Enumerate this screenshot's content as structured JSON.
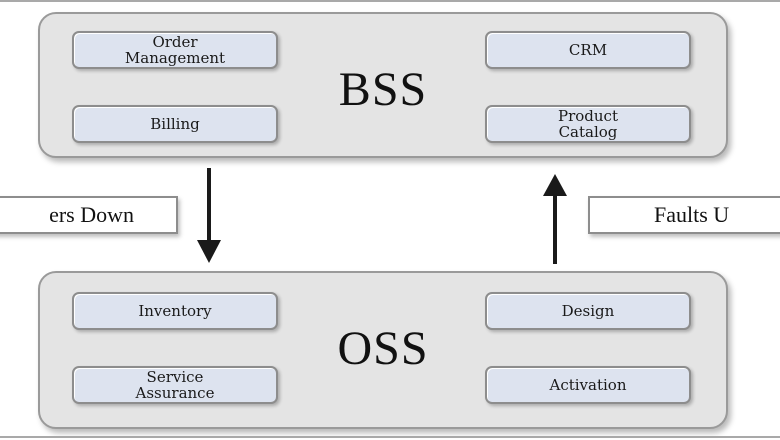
{
  "bss": {
    "title": "BSS",
    "modules": {
      "order_management": "Order\nManagement",
      "crm": "CRM",
      "billing": "Billing",
      "product_catalog": "Product\nCatalog"
    }
  },
  "oss": {
    "title": "OSS",
    "modules": {
      "inventory": "Inventory",
      "design": "Design",
      "service_assurance": "Service\nAssurance",
      "activation": "Activation"
    }
  },
  "flows": {
    "orders_down": "ers Down",
    "faults_up": "Faults U"
  }
}
